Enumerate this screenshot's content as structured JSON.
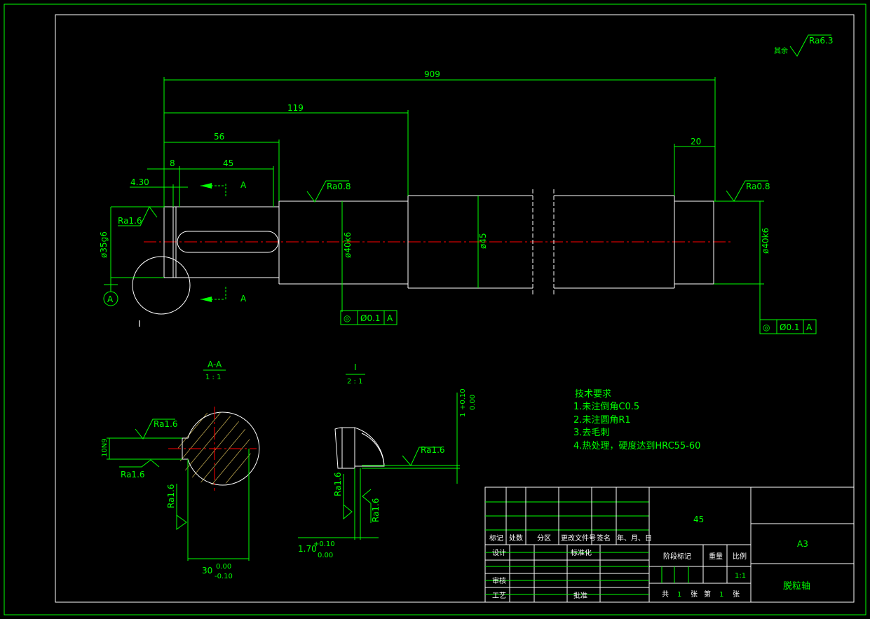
{
  "dims": {
    "total": "909",
    "d119": "119",
    "d56": "56",
    "d45": "45",
    "d8": "8",
    "d430": "4.30",
    "d20": "20",
    "dia35": "ø35g6",
    "dia40a": "ø40k6",
    "dia45": "ø45",
    "dia40b": "ø40k6",
    "keyw": "10N9",
    "d30": "30",
    "d30tol_u": "0.00",
    "d30tol_l": "-0.10",
    "d170": "1.70",
    "d170tol_u": "+0.10",
    "d170tol_l": "0.00",
    "d1": "1",
    "d1tol_u": "+0.10",
    "d1tol_l": "0.00"
  },
  "roughness": {
    "general_label": "其余",
    "general": "Ra6.3",
    "ra08a": "Ra0.8",
    "ra08b": "Ra0.8",
    "ra16a": "Ra1.6",
    "ra16b": "Ra1.6",
    "ra16c": "Ra1.6",
    "ra16d": "Ra1.6",
    "ra16e": "Ra1.6",
    "ra16f": "Ra1.6",
    "ra16g": "Ra1.6"
  },
  "tolerance_frames": [
    {
      "symbol": "◎",
      "value": "Ø0.1",
      "datum": "A"
    },
    {
      "symbol": "◎",
      "value": "Ø0.1",
      "datum": "A"
    }
  ],
  "labels": {
    "section_a1": "A",
    "section_a2": "A",
    "datum_a": "A",
    "detail_i": "I",
    "section_title": "A-A",
    "section_scale": "1 : 1",
    "detail_title": "I",
    "detail_scale": "2 : 1"
  },
  "tech_req": {
    "title": "技术要求",
    "items": [
      "1.未注倒角C0.5",
      "2.未注圆角R1",
      "3.去毛刺",
      "4.热处理，硬度达到HRC55-60"
    ]
  },
  "title_block": {
    "material": "45",
    "format": "A3",
    "part_name": "脱粒轴",
    "h_mark": "标记",
    "h_count": "处数",
    "h_zone": "分区",
    "h_doc": "更改文件号",
    "h_sign": "签名",
    "h_date": "年、月、日",
    "design": "设计",
    "standard": "标准化",
    "review": "审核",
    "process": "工艺",
    "approve": "批准",
    "stage_mark": "阶段标记",
    "weight": "重量",
    "ratio": "比例",
    "ratio_value": "1:1",
    "total_label": "共",
    "total_value": "1",
    "sheet_label": "张",
    "page_label": "第",
    "page_value": "1",
    "page_unit": "张"
  }
}
